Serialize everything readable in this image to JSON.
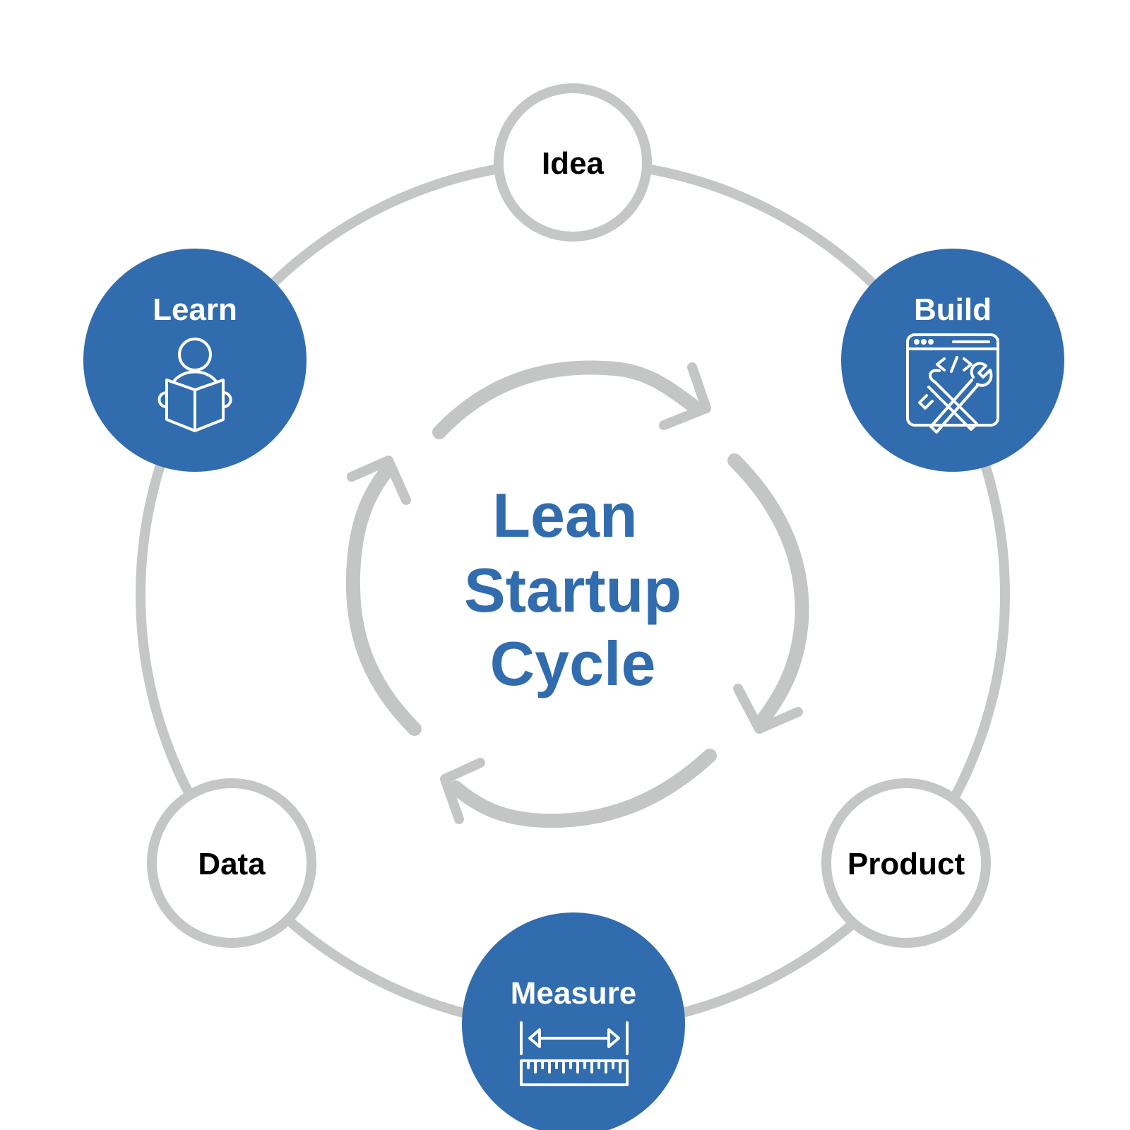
{
  "title": {
    "line1": "Lean",
    "line2": "Startup",
    "line3": "Cycle"
  },
  "nodes": {
    "idea": "Idea",
    "build": "Build",
    "product": "Product",
    "measure": "Measure",
    "data": "Data",
    "learn": "Learn"
  },
  "icons": {
    "build": "code-tools-icon",
    "measure": "ruler-measure-icon",
    "learn": "reading-person-icon"
  },
  "colors": {
    "accent": "#316CAE",
    "ring": "#C5C7C7",
    "arrow": "#C4C6C5",
    "node_text": "#000000",
    "accent_text": "#FFFFFF",
    "background": "#FFFFFF"
  }
}
